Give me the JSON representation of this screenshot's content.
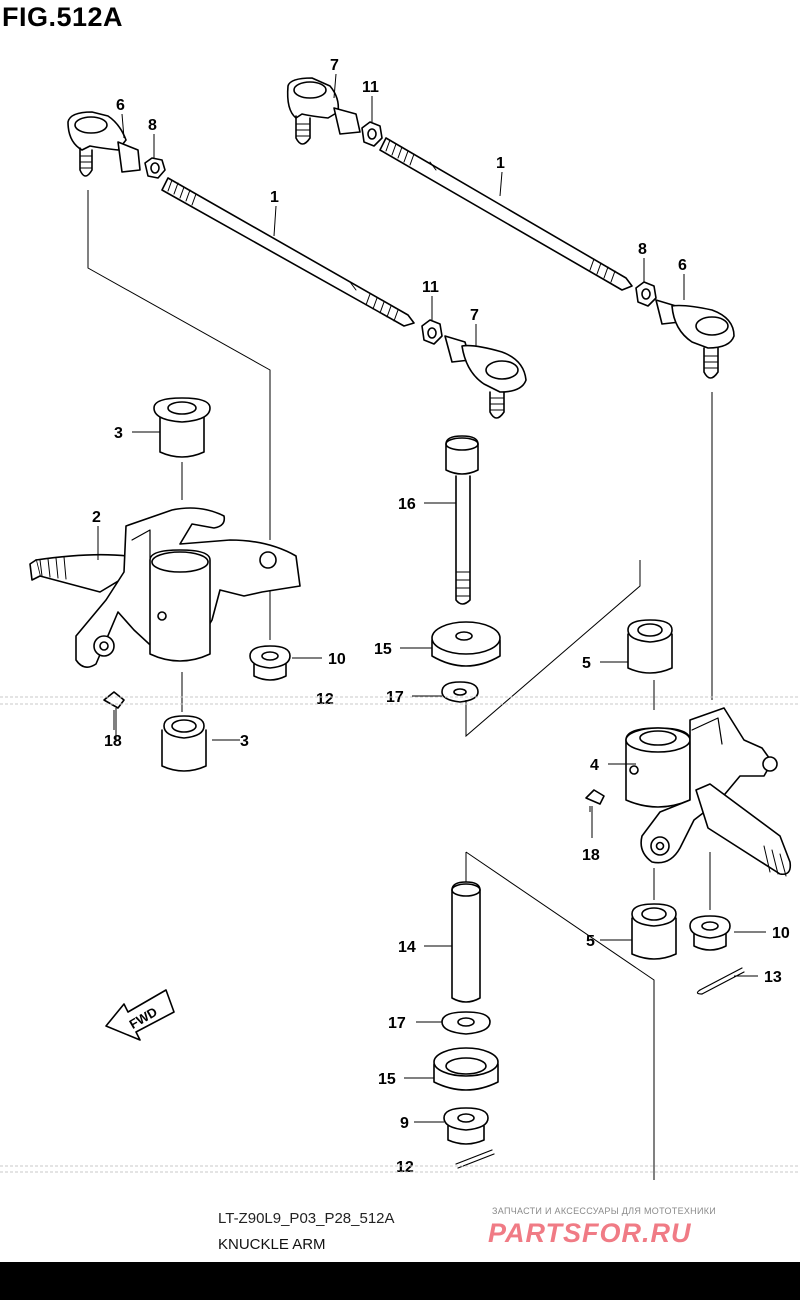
{
  "figure": {
    "title": "FIG.512A",
    "model_code": "LT-Z90L9_P03_P28_512A",
    "caption": "KNUCKLE ARM"
  },
  "watermark": {
    "small_text": "ЗАПЧАСТИ И АКСЕССУАРЫ ДЛЯ МОТОТЕХНИКИ",
    "brand_text": "PARTSFOR.RU",
    "color": "#f07b85"
  },
  "fwd_label": "FWD",
  "callouts": {
    "rod1_left": "1",
    "rod1_right": "1",
    "arm2": "2",
    "bush3_top": "3",
    "bush3_bottom": "3",
    "arm4": "4",
    "bush5_top": "5",
    "bush5_bottom": "5",
    "end6_left": "6",
    "end6_right": "6",
    "end7_right": "7",
    "end7_top": "7",
    "nut8_left": "8",
    "nut8_right": "8",
    "nut9": "9",
    "nut10_left": "10",
    "nut10_right": "10",
    "nut11_top": "11",
    "nut11_mid": "11",
    "pin12_left": "12",
    "pin12_bottom": "12",
    "pin13": "13",
    "shaft14": "14",
    "washer15_top": "15",
    "washer15_bottom": "15",
    "bolt16": "16",
    "washer17_top": "17",
    "washer17_bottom": "17",
    "nipple18_left": "18",
    "nipple18_right": "18"
  },
  "colors": {
    "line": "#000000",
    "background": "#ffffff"
  }
}
